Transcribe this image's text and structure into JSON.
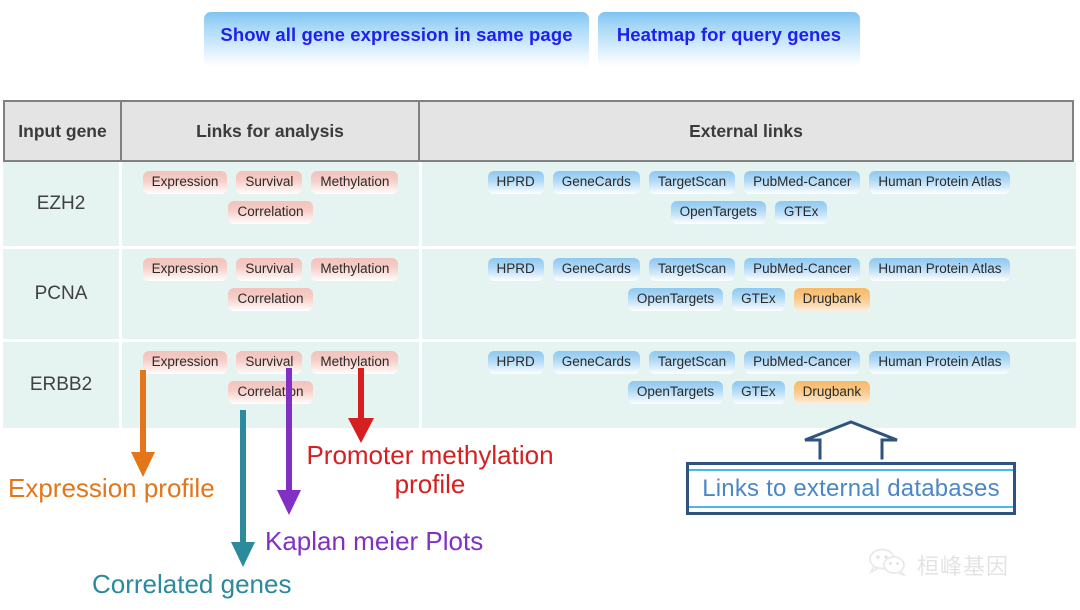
{
  "toolbar": {
    "show_all_label": "Show all gene expression in same page",
    "heatmap_label": "Heatmap for query genes"
  },
  "table": {
    "headers": {
      "input_gene": "Input gene",
      "links_for_analysis": "Links for analysis",
      "external_links": "External links"
    },
    "rows": [
      {
        "gene": "EZH2",
        "analysis_row1": [
          "Expression",
          "Survival",
          "Methylation"
        ],
        "analysis_row2": [
          "Correlation"
        ],
        "external_row1": [
          "HPRD",
          "GeneCards",
          "TargetScan",
          "PubMed-Cancer",
          "Human Protein Atlas"
        ],
        "external_row2": [
          "OpenTargets",
          "GTEx"
        ]
      },
      {
        "gene": "PCNA",
        "analysis_row1": [
          "Expression",
          "Survival",
          "Methylation"
        ],
        "analysis_row2": [
          "Correlation"
        ],
        "external_row1": [
          "HPRD",
          "GeneCards",
          "TargetScan",
          "PubMed-Cancer",
          "Human Protein Atlas"
        ],
        "external_row2": [
          "OpenTargets",
          "GTEx",
          "Drugbank"
        ]
      },
      {
        "gene": "ERBB2",
        "analysis_row1": [
          "Expression",
          "Survival",
          "Methylation"
        ],
        "analysis_row2": [
          "Correlation"
        ],
        "external_row1": [
          "HPRD",
          "GeneCards",
          "TargetScan",
          "PubMed-Cancer",
          "Human Protein Atlas"
        ],
        "external_row2": [
          "OpenTargets",
          "GTEx",
          "Drugbank"
        ]
      }
    ]
  },
  "annotations": {
    "expression_profile": "Expression profile",
    "correlated_genes": "Correlated genes",
    "kaplan_meier": "Kaplan meier Plots",
    "promoter_methylation": "Promoter methylation\nprofile",
    "external_databases": "Links to external databases"
  },
  "colors": {
    "arrow_expression": "#e3761b",
    "arrow_correlated": "#2b8a9b",
    "arrow_kaplan": "#8230c4",
    "arrow_methylation": "#d61f20",
    "callout_border": "#2e5380",
    "callout_text": "#4b87c7",
    "badge_pink": "#f3c2bc",
    "badge_blue": "#8fc8f0",
    "badge_orange": "#f6b96a",
    "button_text": "#2020ee",
    "row_background": "#e6f4f1",
    "header_background": "#e4e4e4"
  },
  "watermark": {
    "icon": "wechat-icon",
    "text": "桓峰基因"
  }
}
